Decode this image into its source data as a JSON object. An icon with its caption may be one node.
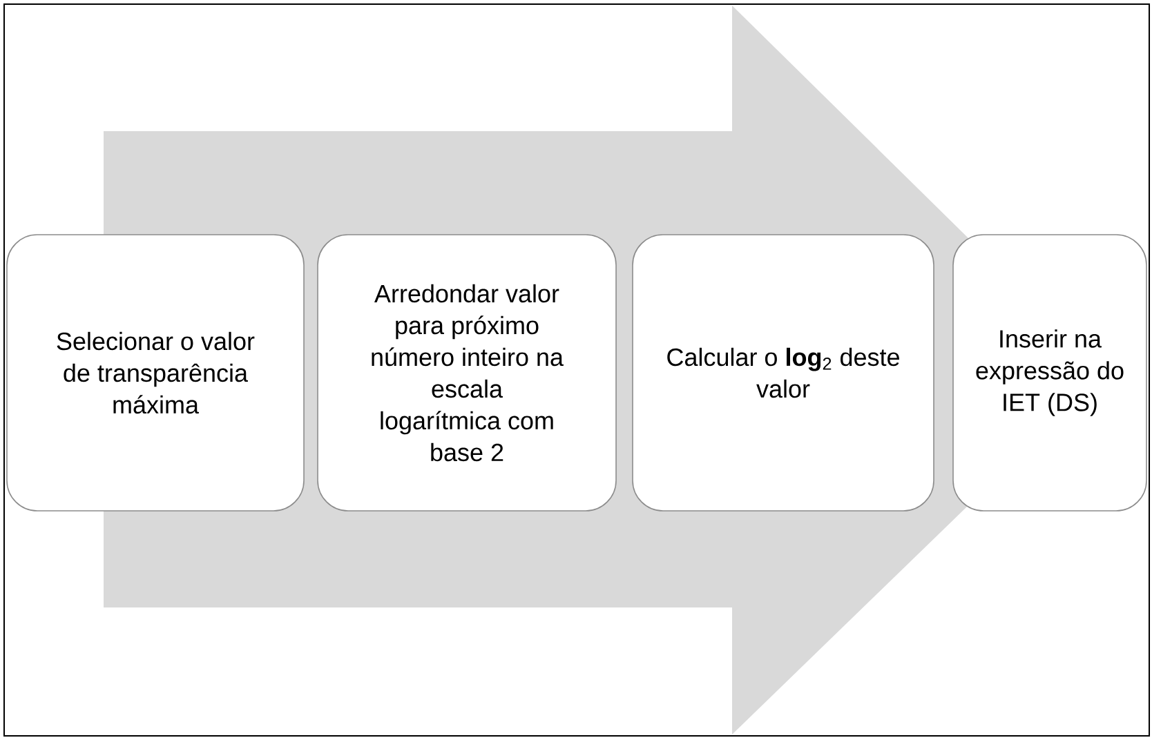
{
  "diagram": {
    "nodes": [
      {
        "text": [
          "Selecionar o valor de transparência máxima"
        ]
      },
      {
        "text": [
          "Arredondar valor para próximo número inteiro na escala logarítmica com base 2"
        ]
      },
      {
        "text": [
          "Calcular o **log**$_{2}$ deste valor"
        ]
      },
      {
        "text": [
          "Inserir na expressão do IET (DS)"
        ]
      }
    ],
    "edges": [
      {
        "from": 0,
        "to": 3,
        "arrow": "to"
      }
    ]
  }
}
